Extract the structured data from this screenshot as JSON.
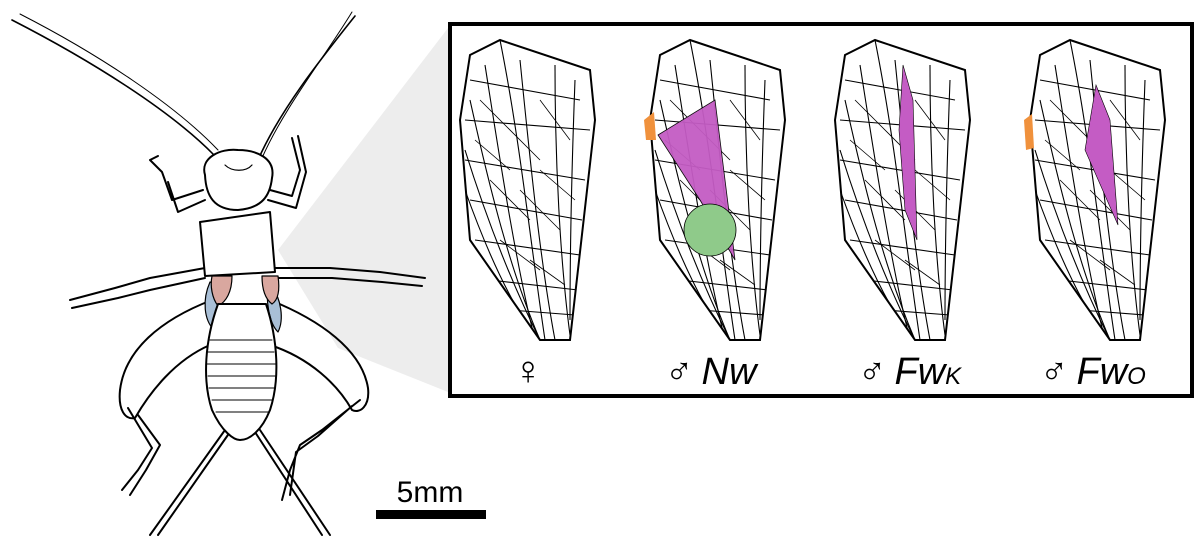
{
  "scale_bar": {
    "label": "5mm"
  },
  "wings": [
    {
      "id": "female",
      "symbol": "♀",
      "main": "",
      "sub": ""
    },
    {
      "id": "male-nw",
      "symbol": "♂",
      "main": "Nw",
      "sub": ""
    },
    {
      "id": "male-fwk",
      "symbol": "♂",
      "main": "Fw",
      "sub": "K"
    },
    {
      "id": "male-fwo",
      "symbol": "♂",
      "main": "Fw",
      "sub": "O"
    }
  ],
  "colors": {
    "harp_region": "#c45cc4",
    "mirror_region": "#8fca8a",
    "file_region": "#f0913c",
    "wing_pad_pink": "#d9a79f",
    "wing_pad_blue": "#a9bfd6",
    "outline": "#000000"
  }
}
